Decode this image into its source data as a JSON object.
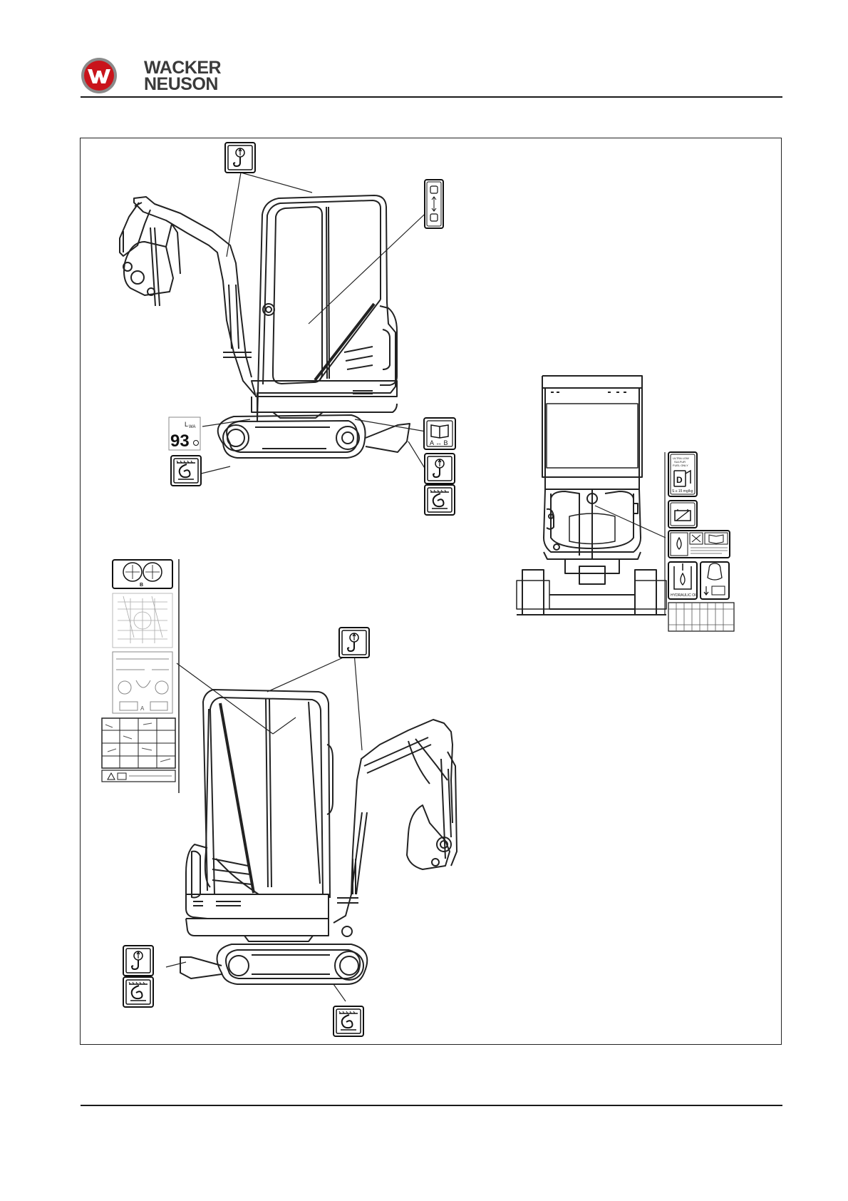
{
  "header": {
    "brand_line1": "WACKER",
    "brand_line2": "NEUSON"
  },
  "decals": {
    "sound_power_symbol": "L",
    "sound_power_subscript": "WA",
    "sound_power_value": "93",
    "manual_swap": "A ↔ B",
    "fuel_line1": "ULTRA LOW",
    "fuel_line2": "SULFUR",
    "fuel_line3": "FUEL ONLY",
    "fuel_letter": "D",
    "fuel_spec": "S ≤ 15 mg/kg",
    "hydraulic_oil": "HYDRAULIC OIL",
    "control_pattern_letter": "B",
    "panel_letter": "A"
  },
  "icons": [
    "wacker-neuson-logo-icon",
    "lifting-point-icon",
    "tie-down-point-icon",
    "door-lock-icon",
    "manual-icon",
    "battery-icon",
    "hydraulic-oil-icon",
    "fuel-icon",
    "warning-icon"
  ]
}
